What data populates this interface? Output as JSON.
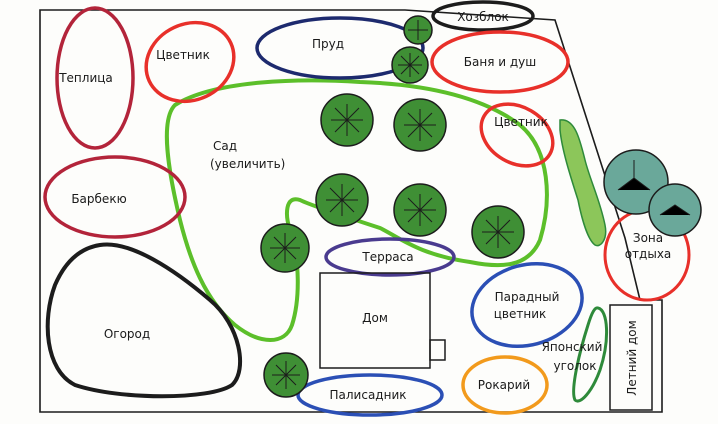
{
  "labels": {
    "hozblok": "Хозблок",
    "prud": "Пруд",
    "tsvetnik_top": "Цветник",
    "teplitsa": "Теплица",
    "banya": "Баня и душ",
    "sad_1": "Сад",
    "sad_2": "(увеличить)",
    "tsvetnik_right": "Цветник",
    "barbekyu": "Барбекю",
    "terrasa": "Терраса",
    "zona_1": "Зона",
    "zona_2": "отдыха",
    "dom": "Дом",
    "paradny_1": "Парадный",
    "paradny_2": "цветник",
    "ogorod": "Огород",
    "yaponsky_1": "Японский",
    "yaponsky_2": "уголок",
    "letny_dom": "Летний дом",
    "rokary": "Рокарий",
    "palisadnik": "Палисадник"
  },
  "colors": {
    "black": "#1c1c1c",
    "red": "#e8302a",
    "dark_red": "#b3243a",
    "navy": "#1d2a6e",
    "blue": "#2b4fb5",
    "purple": "#4a3b8f",
    "green": "#5cbf2a",
    "dark_green": "#2e8a3a",
    "orange": "#f29a1c",
    "tree_fill": "#3f8f35",
    "tree_fill_light": "#6aa89a",
    "hedge_fill": "#8cc65a"
  }
}
